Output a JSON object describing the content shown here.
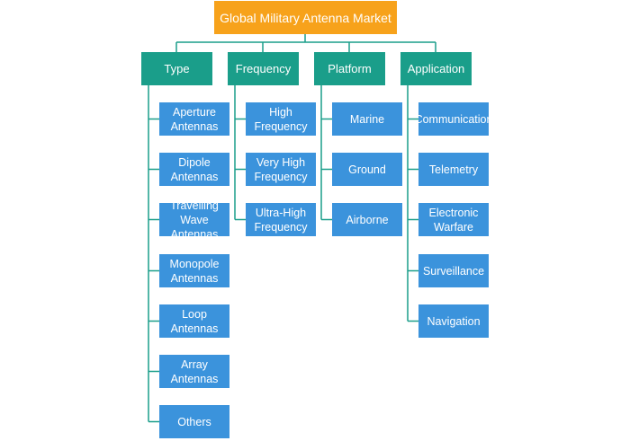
{
  "diagram": {
    "root": "Global Military Antenna Market",
    "categories": [
      {
        "label": "Type",
        "children": [
          "Aperture Antennas",
          "Dipole Antennas",
          "Travelling Wave Antennas",
          "Monopole Antennas",
          "Loop Antennas",
          "Array Antennas",
          "Others"
        ]
      },
      {
        "label": "Frequency",
        "children": [
          "High Frequency",
          "Very High Frequency",
          "Ultra-High Frequency"
        ]
      },
      {
        "label": "Platform",
        "children": [
          "Marine",
          "Ground",
          "Airborne"
        ]
      },
      {
        "label": "Application",
        "children": [
          "Communication",
          "Telemetry",
          "Electronic Warfare",
          "Surveillance",
          "Navigation"
        ]
      }
    ]
  },
  "colors": {
    "root_fill": "#f7a21b",
    "category_fill": "#1a9e8a",
    "leaf_fill": "#3b93dc",
    "connector": "#1a9e8a"
  }
}
